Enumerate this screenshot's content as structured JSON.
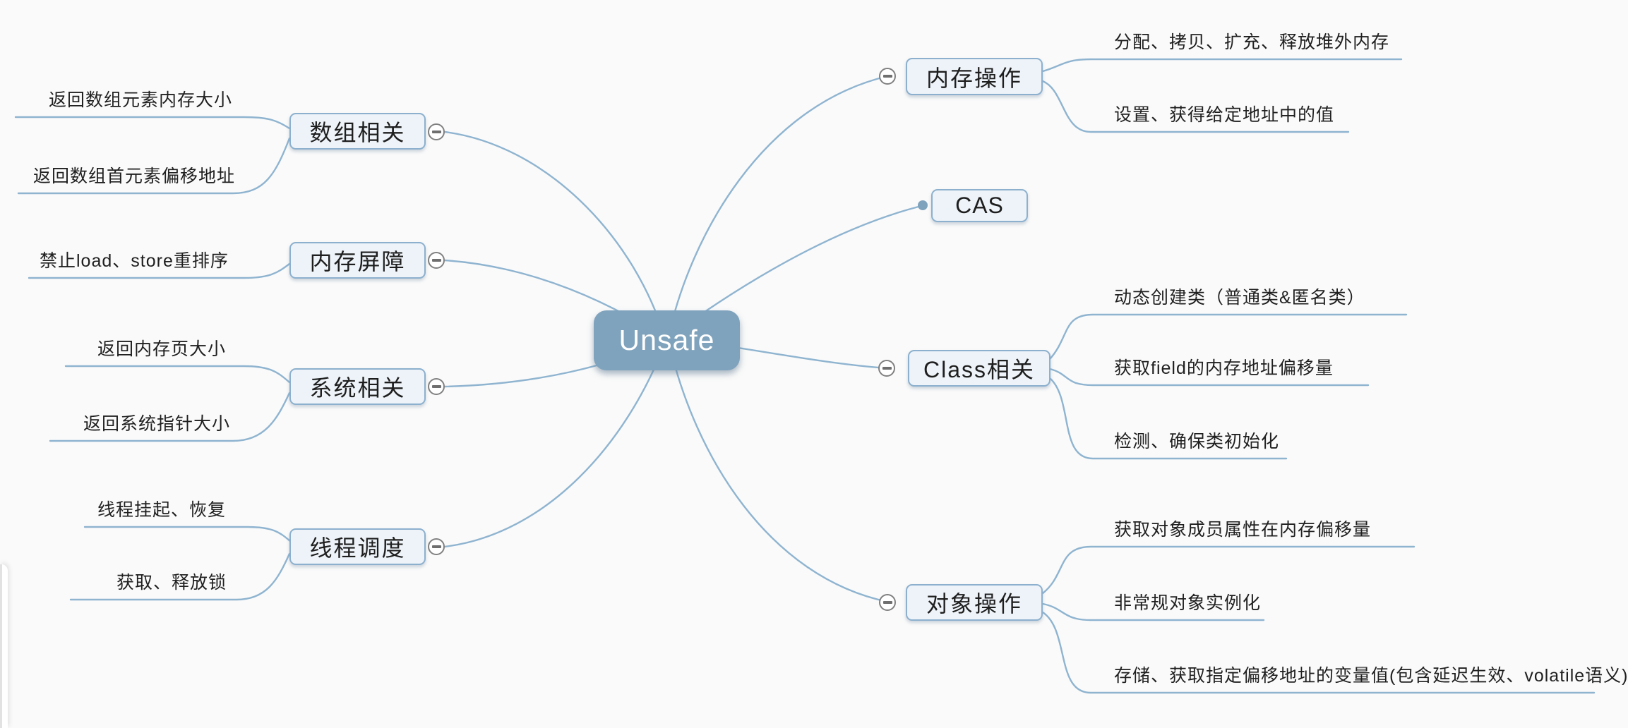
{
  "root": {
    "label": "Unsafe"
  },
  "branches": {
    "left": [
      {
        "label": "数组相关",
        "children": [
          "返回数组元素内存大小",
          "返回数组首元素偏移地址"
        ]
      },
      {
        "label": "内存屏障",
        "children": [
          "禁止load、store重排序"
        ]
      },
      {
        "label": "系统相关",
        "children": [
          "返回内存页大小",
          "返回系统指针大小"
        ]
      },
      {
        "label": "线程调度",
        "children": [
          "线程挂起、恢复",
          "获取、释放锁"
        ]
      }
    ],
    "right": [
      {
        "label": "内存操作",
        "children": [
          "分配、拷贝、扩充、释放堆外内存",
          "设置、获得给定地址中的值"
        ]
      },
      {
        "label": "CAS",
        "children": []
      },
      {
        "label": "Class相关",
        "children": [
          "动态创建类（普通类&匿名类）",
          "获取field的内存地址偏移量",
          "检测、确保类初始化"
        ]
      },
      {
        "label": "对象操作",
        "children": [
          "获取对象成员属性在内存偏移量",
          "非常规对象实例化",
          "存储、获取指定偏移地址的变量值(包含延迟生效、volatile语义)"
        ]
      }
    ]
  },
  "colors": {
    "background": "#fafafa",
    "root_fill": "#7fa3bc",
    "node_fill": "#edf3f8",
    "node_border": "#8cb0ce",
    "line": "#8fb4d0"
  }
}
